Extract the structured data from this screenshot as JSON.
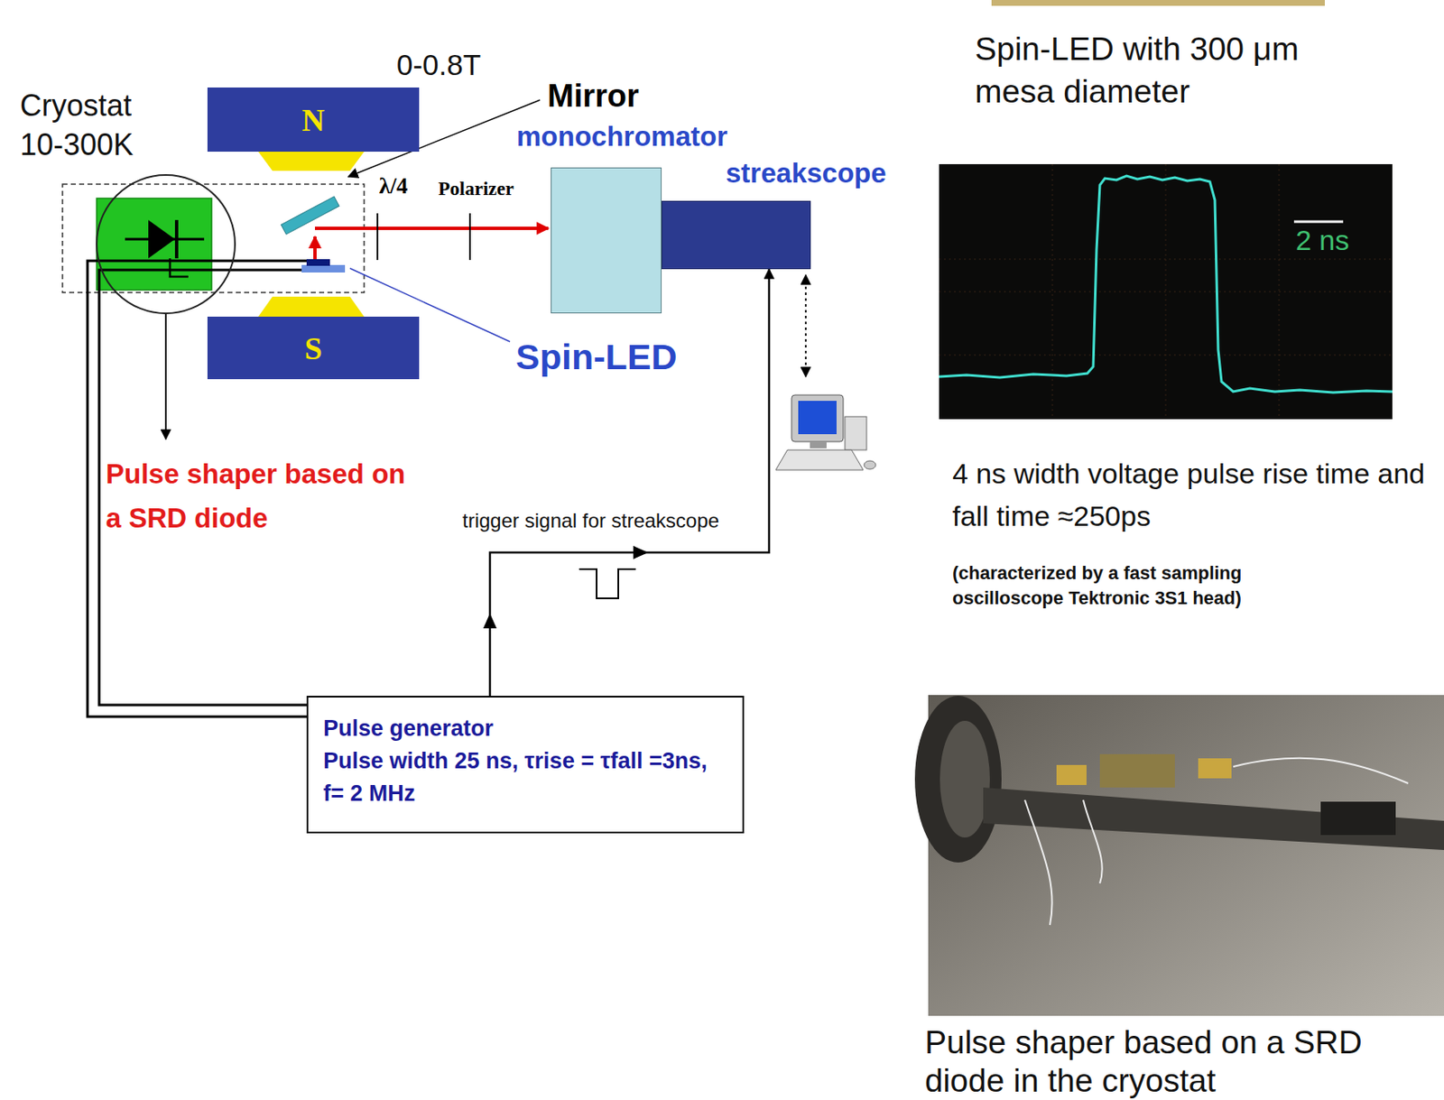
{
  "diagram": {
    "nodes": [
      {
        "text": [
          "N"
        ]
      },
      {
        "text": [
          "S"
        ]
      },
      {
        "text": [
          "monochromator"
        ]
      },
      {
        "text": [
          "streakscope"
        ]
      },
      {
        "text": [
          "Pulse generator",
          "Pulse width 25 ns, τrise = τfall =3ns, f= 2 MHz"
        ]
      },
      {
        "text": [
          "2 ns"
        ]
      }
    ],
    "edges": [
      {
        "from": 4,
        "to": 3,
        "arrow": "to",
        "label": "trigger signal for streakscope"
      }
    ],
    "labels": [
      "Cryostat 10-300K",
      "0-0.8T",
      "Mirror",
      "λ/4",
      "Polarizer",
      "Spin-LED",
      "Pulse shaper based on a SRD diode",
      "Spin-LED with 300 μm mesa diameter",
      "4 ns width voltage pulse rise time and fall time ≈250ps",
      "(characterized by a fast sampling oscilloscope Tektronic 3S1 head)",
      "Pulse shaper based on a SRD diode in the cryostat"
    ]
  }
}
